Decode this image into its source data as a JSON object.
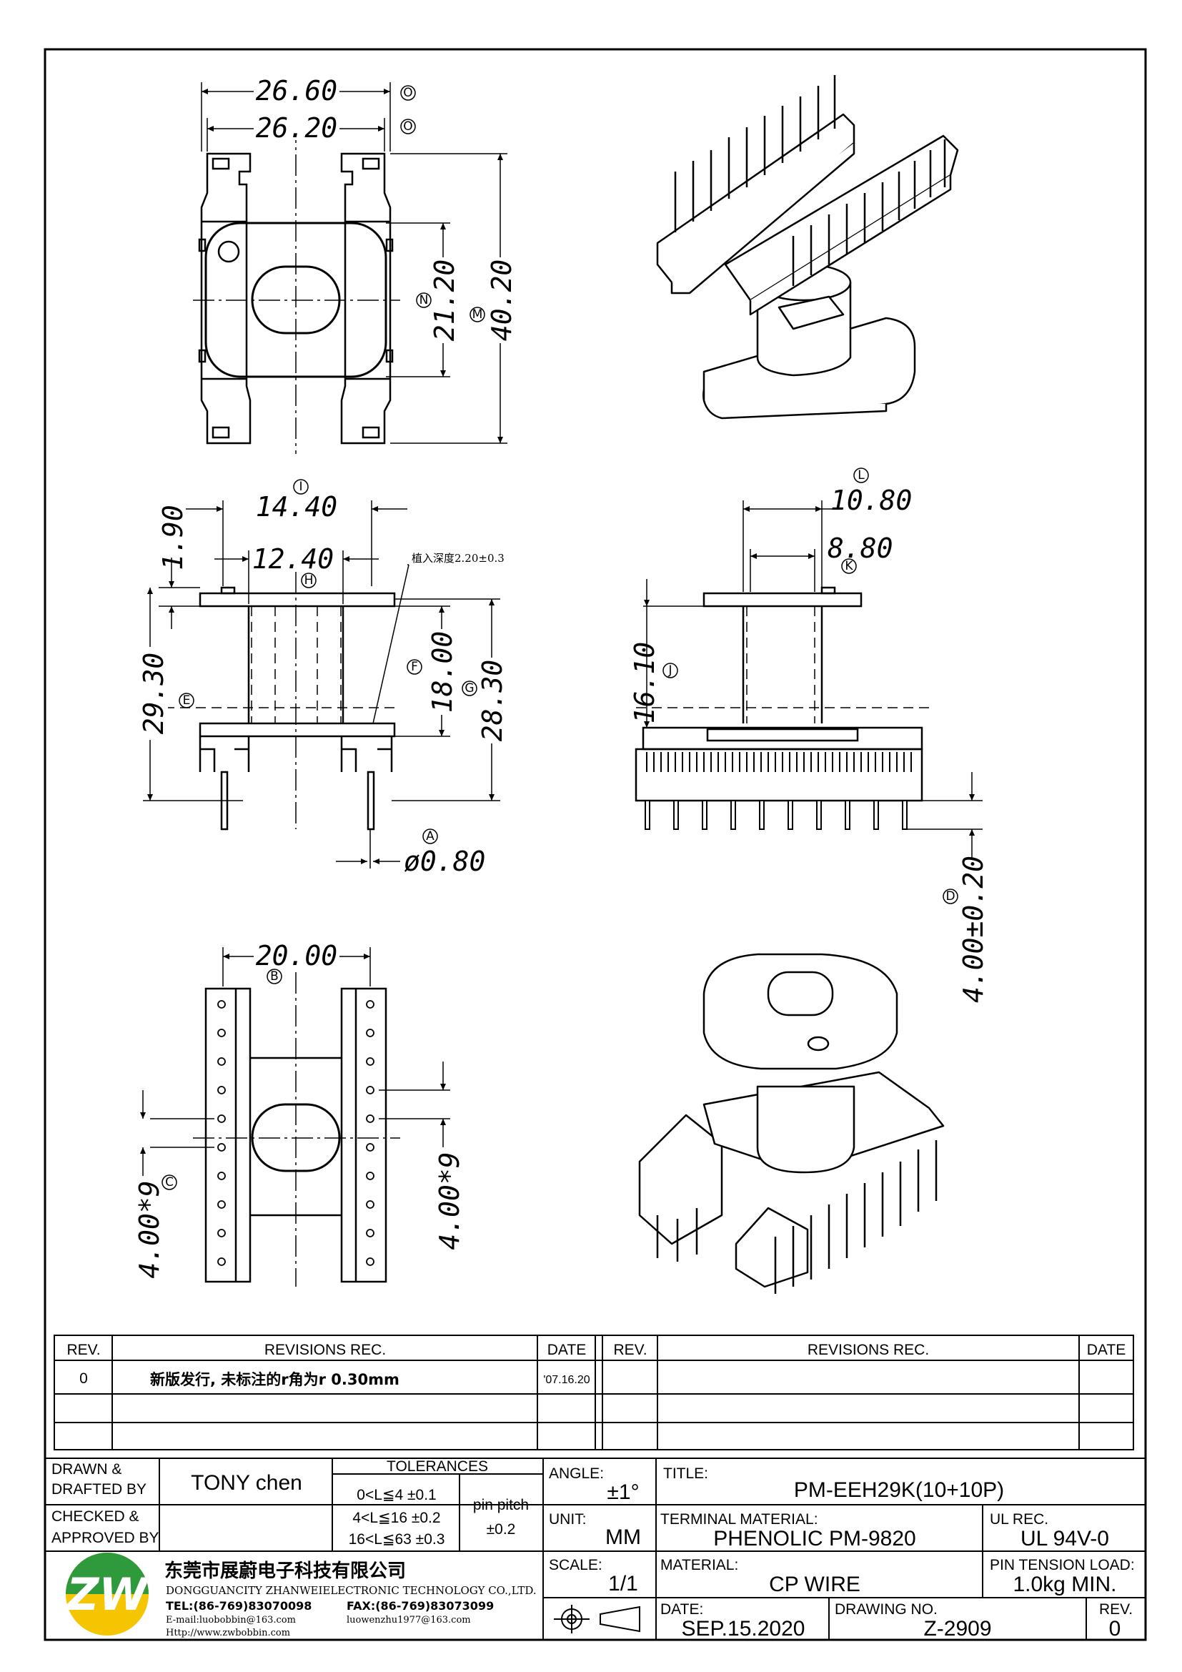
{
  "dims": {
    "top_w_outer": "26.60",
    "top_w_inner": "26.20",
    "top_h_inner": "21.20",
    "top_h_outer": "40.20",
    "front_w_outer": "14.40",
    "front_w_inner": "12.40",
    "front_flange": "1.90",
    "front_h_total": "29.30",
    "front_h_window": "18.00",
    "front_h_mid": "28.30",
    "pin_dia": "ø0.80",
    "insert_depth": "植入深度2.20±0.3",
    "side_w_outer": "10.80",
    "side_w_inner": "8.80",
    "side_h": "16.10",
    "pin_len": "4.00±0.20",
    "bottom_w": "20.00",
    "pitch_left": "4.00*9",
    "pitch_right": "4.00*9"
  },
  "refs": {
    "O1": "O",
    "O2": "O",
    "N": "N",
    "M": "M",
    "I": "I",
    "H": "H",
    "E": "E",
    "F": "F",
    "G": "G",
    "A": "A",
    "L": "L",
    "K": "K",
    "J": "J",
    "D": "D",
    "B": "B",
    "C": "C"
  },
  "revisions": {
    "headers": {
      "rev": "REV.",
      "rec": "REVISIONS   REC.",
      "date": "DATE"
    },
    "row1": {
      "rev": "0",
      "rec": "新版发行, 未标注的r角为r 0.30mm",
      "date": "'07.16.20"
    }
  },
  "title_block": {
    "drawn_label": "DRAWN &",
    "drafted_label": "DRAFTED BY",
    "drawn_by": "TONY  chen",
    "checked_label": "CHECKED &",
    "approved_label": "APPROVED BY",
    "tolerances_label": "TOLERANCES",
    "tol1": "0<L≦4   ±0.1",
    "tol2": "4<L≦16  ±0.2",
    "tol3": "16<L≦63  ±0.3",
    "pin_pitch_label": "pin  pitch",
    "pin_pitch": "±0.2",
    "angle_label": "ANGLE:",
    "angle": "±1°",
    "unit_label": "UNIT:",
    "unit": "MM",
    "scale_label": "SCALE:",
    "scale": "1/1",
    "title_label": "TITLE:",
    "title": "PM-EEH29K(10+10P)",
    "terminal_label": "TERMINAL  MATERIAL:",
    "terminal_material": "PHENOLIC  PM-9820",
    "ul_label": "UL  REC.",
    "ul": "UL  94V-0",
    "material_label": "MATERIAL:",
    "material": "CP  WIRE",
    "tension_label": "PIN  TENSION  LOAD:",
    "tension": "1.0kg  MIN.",
    "date_label": "DATE:",
    "date": "SEP.15.2020",
    "drawing_no_label": "DRAWING  NO.",
    "drawing_no": "Z-2909",
    "rev_label": "REV.",
    "rev": "0"
  },
  "company": {
    "name_cn": "东莞市展蔚电子科技有限公司",
    "name_en": "DONGGUANCITY ZHANWEIELECTRONIC TECHNOLOGY CO.,LTD.",
    "tel": "TEL:(86-769)83070098",
    "fax": "FAX:(86-769)83073099",
    "email": "E-mail:luobobbin@163.com",
    "email2": "luowenzhu1977@163.com",
    "web": "Http://www.zwbobbin.com"
  }
}
